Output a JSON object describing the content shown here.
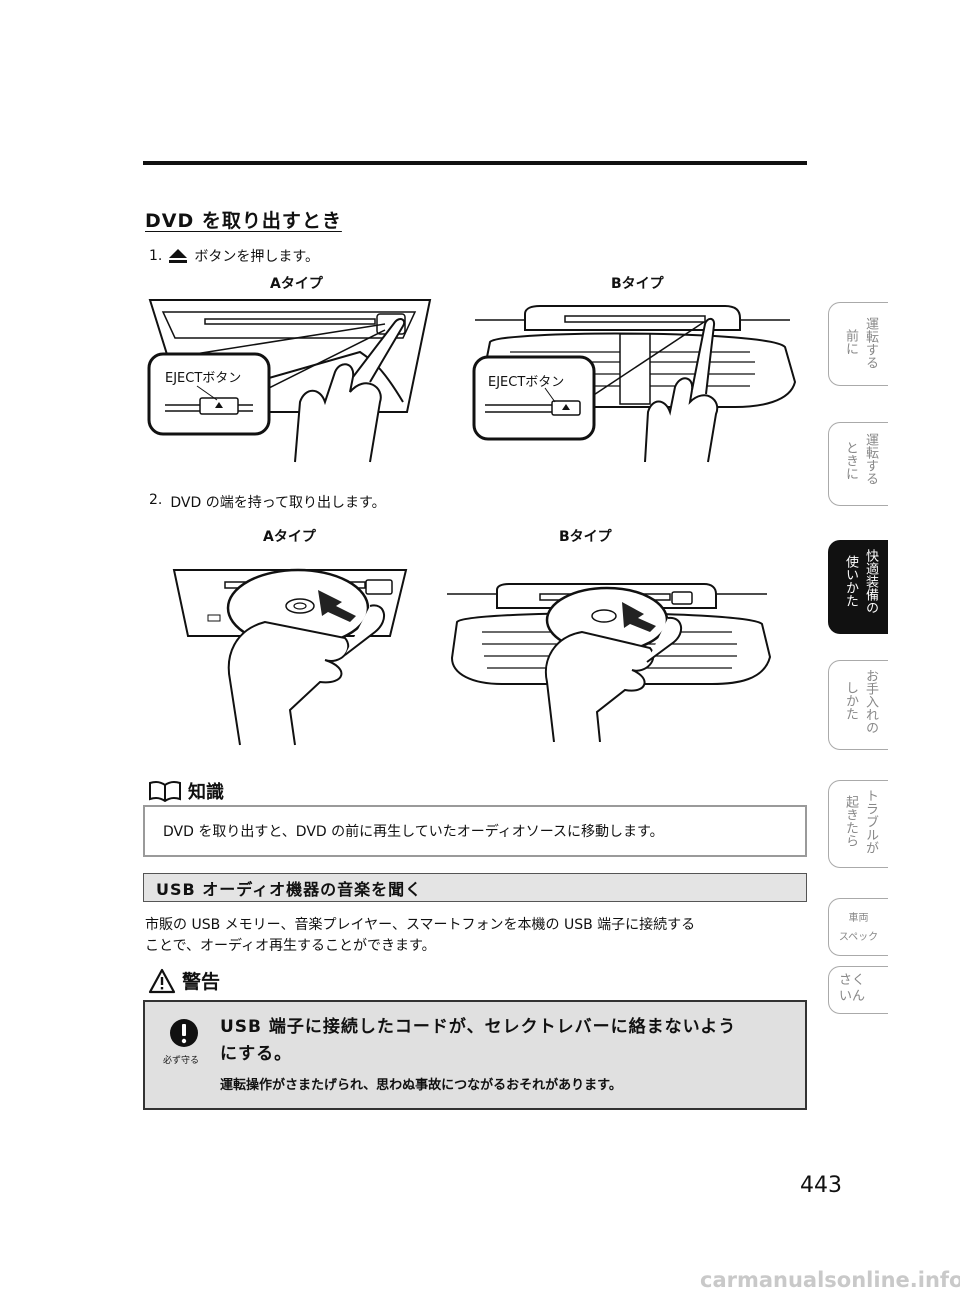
{
  "section_title": "DVD を取り出すとき",
  "step1": {
    "num": "1.",
    "text": "ボタンを押します。"
  },
  "step1_labels": {
    "type_a": "Aタイプ",
    "type_b": "Bタイプ",
    "callout_a": "EJECTボタン",
    "callout_b": "EJECTボタン"
  },
  "step2": {
    "num": "2.",
    "text": "DVD の端を持って取り出します。"
  },
  "step2_labels": {
    "type_a": "Aタイプ",
    "type_b": "Bタイプ"
  },
  "knowledge": {
    "heading": "知識",
    "text": "DVD を取り出すと、DVD の前に再生していたオーディオソースに移動します。"
  },
  "usb": {
    "heading": "USB オーディオ機器の音楽を聞く",
    "line1": "市販の USB メモリー、音楽プレイヤー、スマートフォンを本機の USB 端子に接続する",
    "line2": "ことで、オーディオ再生することができます。"
  },
  "warning": {
    "heading": "警告",
    "title_line1": "USB  端子に接続したコードが、セレクトレバーに絡まないよう",
    "title_line2": "にする。",
    "body": "運転操作がさまたげられ、思わぬ事故につながるおそれがあります。",
    "must_label": "必ず守る"
  },
  "page_number": "443",
  "side_tabs": [
    {
      "col1": "運転する",
      "col2": "前に",
      "active": false
    },
    {
      "col1": "運転する",
      "col2": "ときに",
      "active": false
    },
    {
      "col1": "快適装備の",
      "col2": "使いかた",
      "active": true
    },
    {
      "col1": "お手入れの",
      "col2": "しかた",
      "active": false
    },
    {
      "col1": "トラブルが",
      "col2": "起きたら",
      "active": false
    },
    {
      "row1": "車両",
      "row2": "スペック",
      "active": false
    },
    {
      "row1": "さく",
      "row2": "いん",
      "active": false
    }
  ],
  "watermark": "carmanualsonline.info"
}
